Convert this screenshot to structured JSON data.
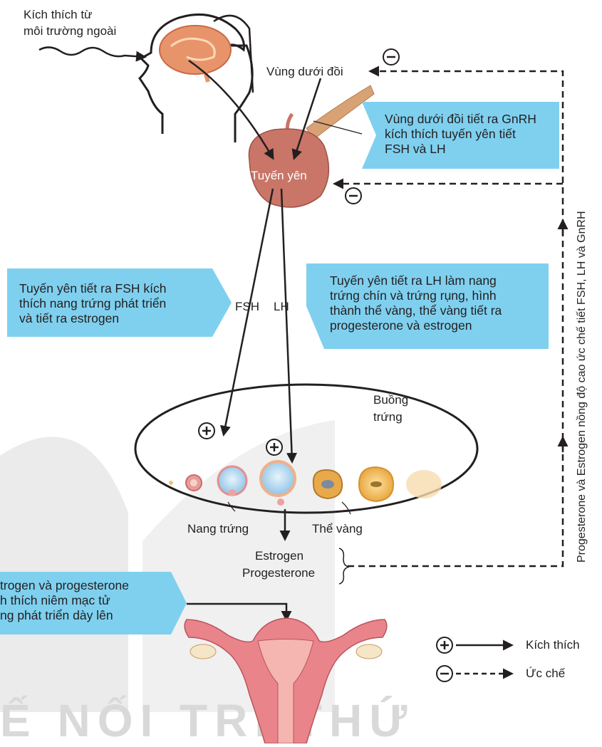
{
  "labels": {
    "external_stimulus_line1": "Kích thích từ",
    "external_stimulus_line2": "môi trường ngoài",
    "hypothalamus": "Vùng dưới đồi",
    "pituitary": "Tuyến yên",
    "fsh": "FSH",
    "lh": "LH",
    "ovary_line1": "Buồng",
    "ovary_line2": "trứng",
    "follicle": "Nang trứng",
    "corpus_luteum": "Thể vàng",
    "estrogen": "Estrogen",
    "progesterone": "Progesterone"
  },
  "callouts": {
    "gnrh": [
      "Vùng dưới đồi tiết ra GnRH",
      "kích thích tuyến yên tiết",
      "FSH và LH"
    ],
    "fsh": [
      "Tuyến yên tiết ra FSH kích",
      "thích nang trứng phát triển",
      "và tiết ra estrogen"
    ],
    "lh": [
      "Tuyến yên tiết ra LH làm nang",
      "trứng chín và trứng rụng, hình",
      "thành thể vàng, thể vàng tiết ra",
      "progesterone và estrogen"
    ],
    "uterus": [
      "trogen và progesterone",
      "h thích niêm mạc tử",
      "ng phát triển dày lên"
    ]
  },
  "feedback_label": "Progesterone và Estrogen nồng độ cao ức chế tiết FSH, LH và GnRH",
  "legend": {
    "stimulate": "Kích thích",
    "inhibit": "Ức chế"
  },
  "watermark": "Ế NỐI TRI THỨ",
  "colors": {
    "callout_blue": "#7fd0ef",
    "brain": "#e8946b",
    "pituitary": "#c97568",
    "uterus": "#e9848a",
    "follicle_blue": "#bfe0f5",
    "corpus_yellow": "#f2b54a"
  }
}
